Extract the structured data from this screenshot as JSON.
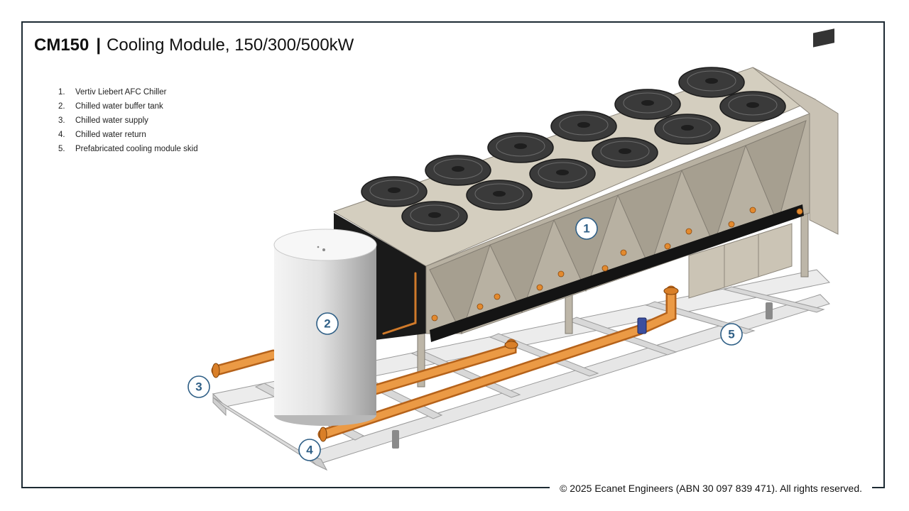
{
  "title": {
    "code": "CM150",
    "separator": "|",
    "text": "Cooling Module, 150/300/500kW"
  },
  "legend": [
    {
      "num": "1.",
      "label": "Vertiv Liebert AFC Chiller"
    },
    {
      "num": "2.",
      "label": "Chilled water buffer tank"
    },
    {
      "num": "3.",
      "label": "Chilled water supply"
    },
    {
      "num": "4.",
      "label": "Chilled water return"
    },
    {
      "num": "5.",
      "label": "Prefabricated cooling module skid"
    }
  ],
  "callouts": {
    "c1": "1",
    "c2": "2",
    "c3": "3",
    "c4": "4",
    "c5": "5"
  },
  "footer": "© 2025 Ecanet Engineers (ABN 30 097 839 471). All rights reserved.",
  "colors": {
    "frame": "#1d2a33",
    "callout": "#2f5f86",
    "pipe": "#e38a2f",
    "chiller_body": "#c9c2b4",
    "fan": "#3b3b3b",
    "skid": "#e4e4e4"
  }
}
